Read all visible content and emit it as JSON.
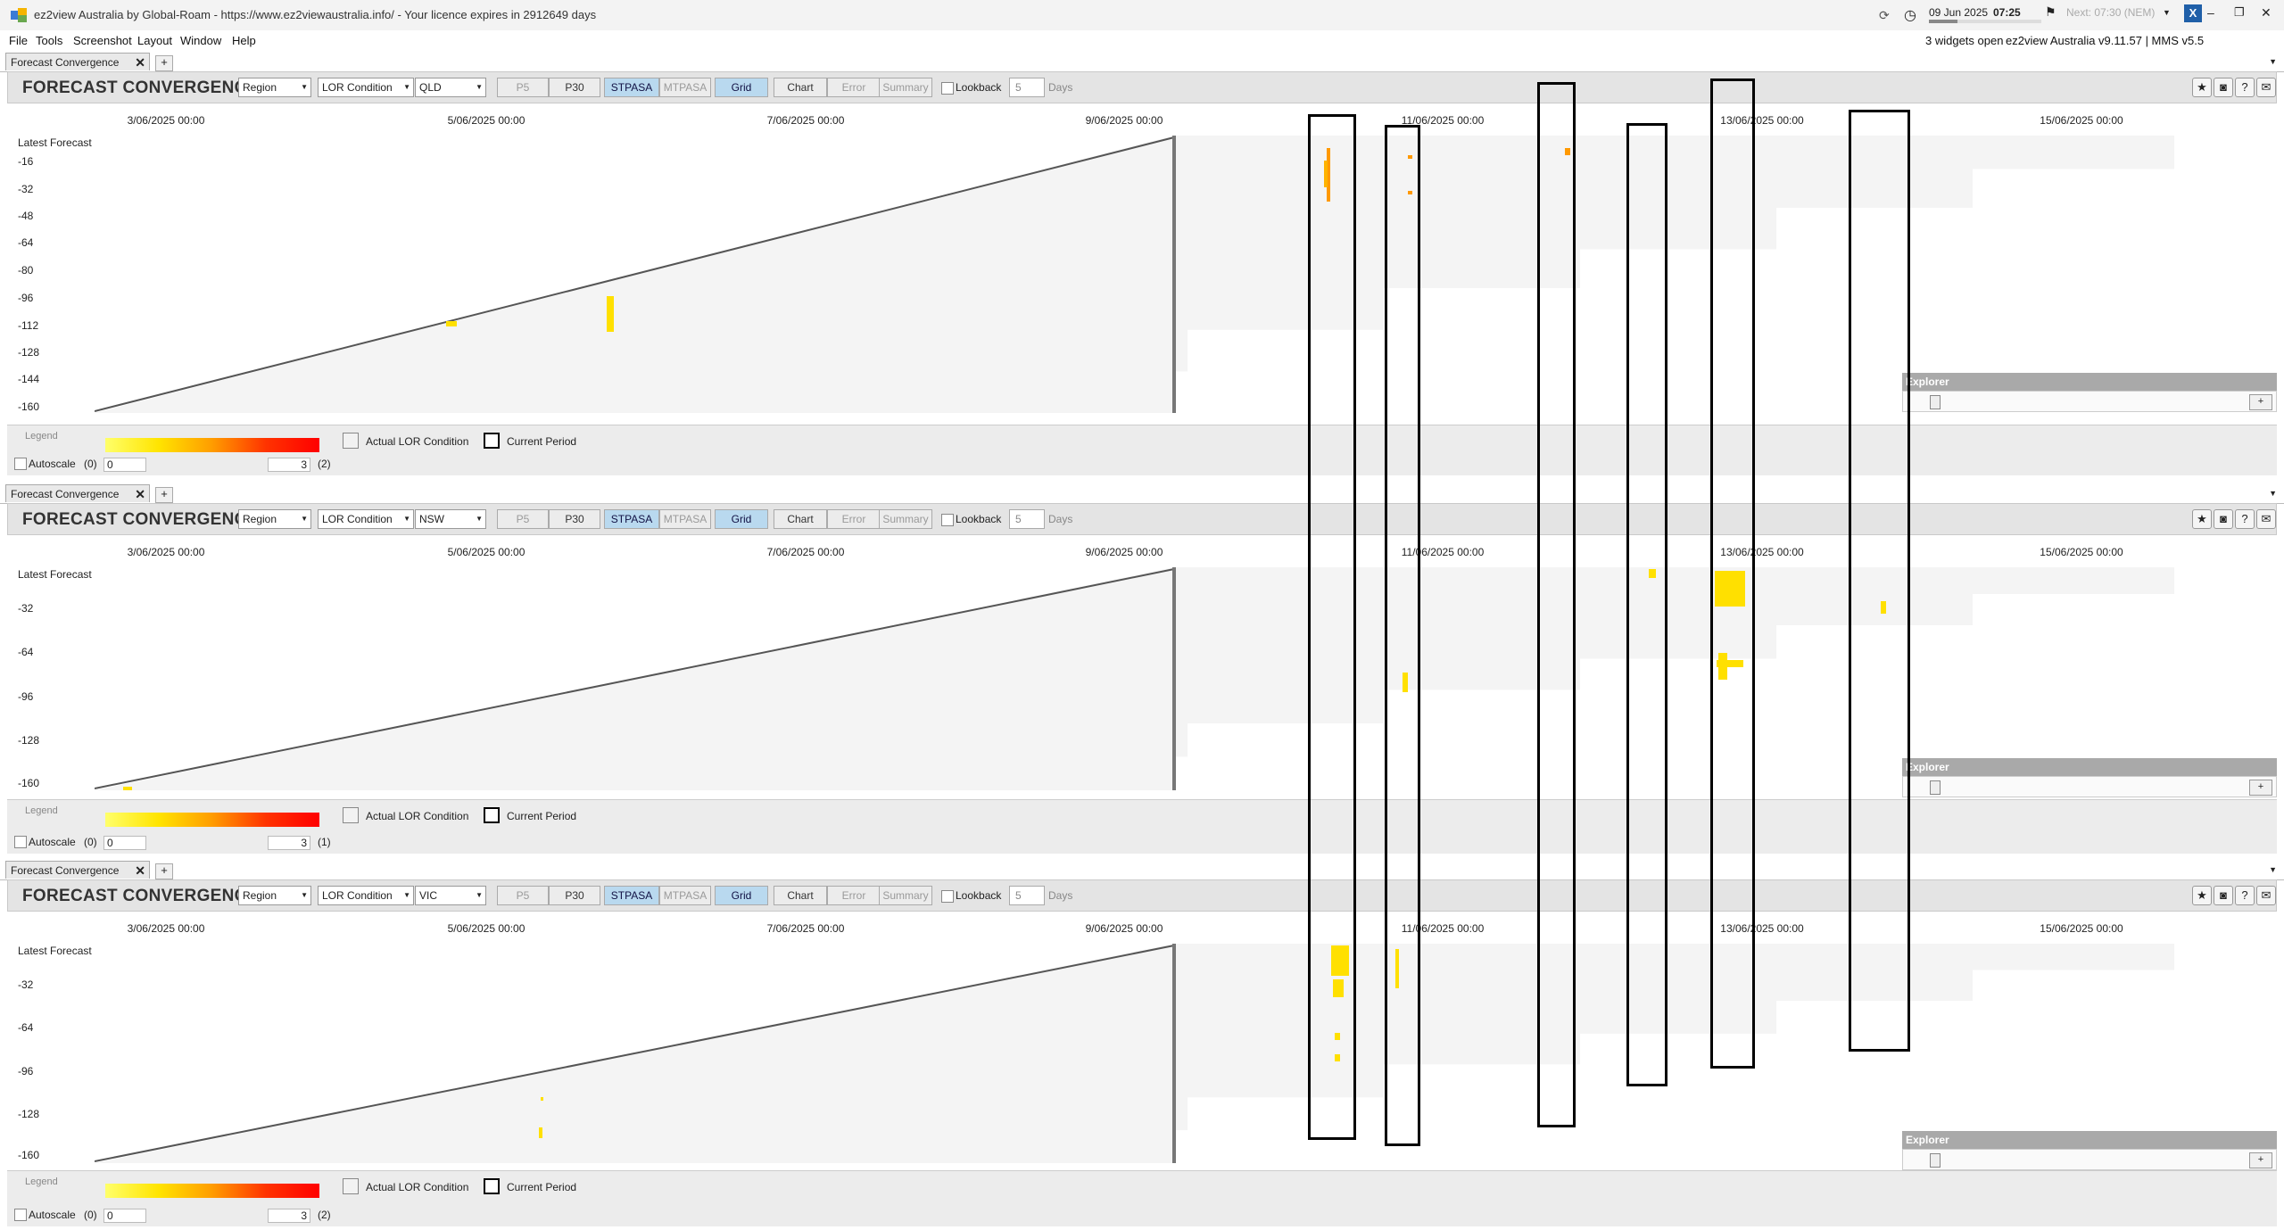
{
  "window": {
    "title": "ez2view Australia by Global-Roam - https://www.ez2viewaustralia.info/ - Your licence expires in 2912649 days",
    "date": "09 Jun 2025",
    "time": "07:25",
    "next": "Next: 07:30 (NEM)",
    "widgets_open": "3 widgets open",
    "version": "ez2view Australia v9.11.57 | MMS v5.5",
    "minimize": "–",
    "maximize": "❐",
    "close": "✕"
  },
  "menu": [
    "File",
    "Tools",
    "Screenshot",
    "Layout",
    "Window",
    "Help"
  ],
  "colors": {
    "accent": "#b9d9ef",
    "tick_dark": "#ff9900",
    "tick_light": "#ffee00"
  },
  "widgets": [
    {
      "tab": "Forecast Convergence",
      "title": "FORECAST CONVERGENCE",
      "mode": "Region",
      "metric": "LOR Condition",
      "region": "QLD",
      "buttons": [
        "P5",
        "P30",
        "STPASA",
        "MTPASA"
      ],
      "view_buttons": [
        "Grid",
        "Chart",
        "Error",
        "Summary"
      ],
      "lookback_label": "Lookback",
      "lookback_value": "5",
      "days_label": "Days",
      "y_header": "Latest Forecast",
      "y_ticks": [
        "-16",
        "-32",
        "-48",
        "-64",
        "-80",
        "-96",
        "-112",
        "-128",
        "-144",
        "-160"
      ],
      "dates": [
        "3/06/2025 00:00",
        "5/06/2025 00:00",
        "7/06/2025 00:00",
        "9/06/2025 00:00",
        "11/06/2025 00:00",
        "13/06/2025 00:00",
        "15/06/2025 00:00"
      ],
      "legend_title": "Legend",
      "legend_min": "0",
      "legend_max": "3",
      "legend_count": "(2)",
      "autoscale_label": "Autoscale",
      "autoscale_zero": "(0)",
      "actual_label": "Actual LOR Condition",
      "current_label": "Current Period",
      "explorer": "Explorer"
    },
    {
      "tab": "Forecast Convergence",
      "title": "FORECAST CONVERGENCE",
      "mode": "Region",
      "metric": "LOR Condition",
      "region": "NSW",
      "buttons": [
        "P5",
        "P30",
        "STPASA",
        "MTPASA"
      ],
      "view_buttons": [
        "Grid",
        "Chart",
        "Error",
        "Summary"
      ],
      "lookback_label": "Lookback",
      "lookback_value": "5",
      "days_label": "Days",
      "y_header": "Latest Forecast",
      "y_ticks": [
        "-32",
        "-64",
        "-96",
        "-128",
        "-160"
      ],
      "dates": [
        "3/06/2025 00:00",
        "5/06/2025 00:00",
        "7/06/2025 00:00",
        "9/06/2025 00:00",
        "11/06/2025 00:00",
        "13/06/2025 00:00",
        "15/06/2025 00:00"
      ],
      "legend_title": "Legend",
      "legend_min": "0",
      "legend_max": "3",
      "legend_count": "(1)",
      "autoscale_label": "Autoscale",
      "autoscale_zero": "(0)",
      "actual_label": "Actual LOR Condition",
      "current_label": "Current Period",
      "explorer": "Explorer"
    },
    {
      "tab": "Forecast Convergence",
      "title": "FORECAST CONVERGENCE",
      "mode": "Region",
      "metric": "LOR Condition",
      "region": "VIC",
      "buttons": [
        "P5",
        "P30",
        "STPASA",
        "MTPASA"
      ],
      "view_buttons": [
        "Grid",
        "Chart",
        "Error",
        "Summary"
      ],
      "lookback_label": "Lookback",
      "lookback_value": "5",
      "days_label": "Days",
      "y_header": "Latest Forecast",
      "y_ticks": [
        "-32",
        "-64",
        "-96",
        "-128",
        "-160"
      ],
      "dates": [
        "3/06/2025 00:00",
        "5/06/2025 00:00",
        "7/06/2025 00:00",
        "9/06/2025 00:00",
        "11/06/2025 00:00",
        "13/06/2025 00:00",
        "15/06/2025 00:00"
      ],
      "legend_title": "Legend",
      "legend_min": "0",
      "legend_max": "3",
      "legend_count": "(2)",
      "autoscale_label": "Autoscale",
      "autoscale_zero": "(0)",
      "actual_label": "Actual LOR Condition",
      "current_label": "Current Period",
      "explorer": "Explorer"
    }
  ]
}
